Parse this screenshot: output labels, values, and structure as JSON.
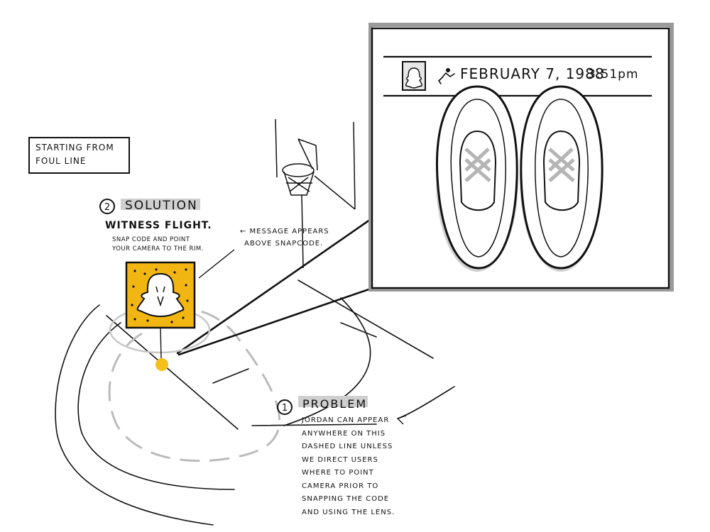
{
  "start_label": {
    "line1": "Starting from",
    "line2": "foul line"
  },
  "solution": {
    "number": "2",
    "title": "Solution",
    "subtitle": "Witness flight.",
    "desc_line1": "Snap code and point",
    "desc_line2": "your camera to the rim."
  },
  "message_note": {
    "line1": "← message appears",
    "line2": "above snapcode."
  },
  "problem": {
    "number": "1",
    "title": "Problem",
    "lines": [
      "Jordan can appear",
      "anywhere on this",
      "dashed line unless",
      "we direct users",
      "where to point",
      "camera prior to",
      "snapping the code",
      "and using the lens."
    ]
  },
  "screen": {
    "date": "February 7, 1988",
    "time": "3:51pm"
  },
  "colors": {
    "snapcode_yellow": "#f2b612",
    "marker_yellow": "#f4c11a",
    "highlight_gray": "#cfcfcf",
    "ink": "#111111"
  },
  "icons": [
    "snapcode-ghost-icon",
    "jumpman-icon",
    "sneaker-icon",
    "basketball-hoop-icon"
  ]
}
